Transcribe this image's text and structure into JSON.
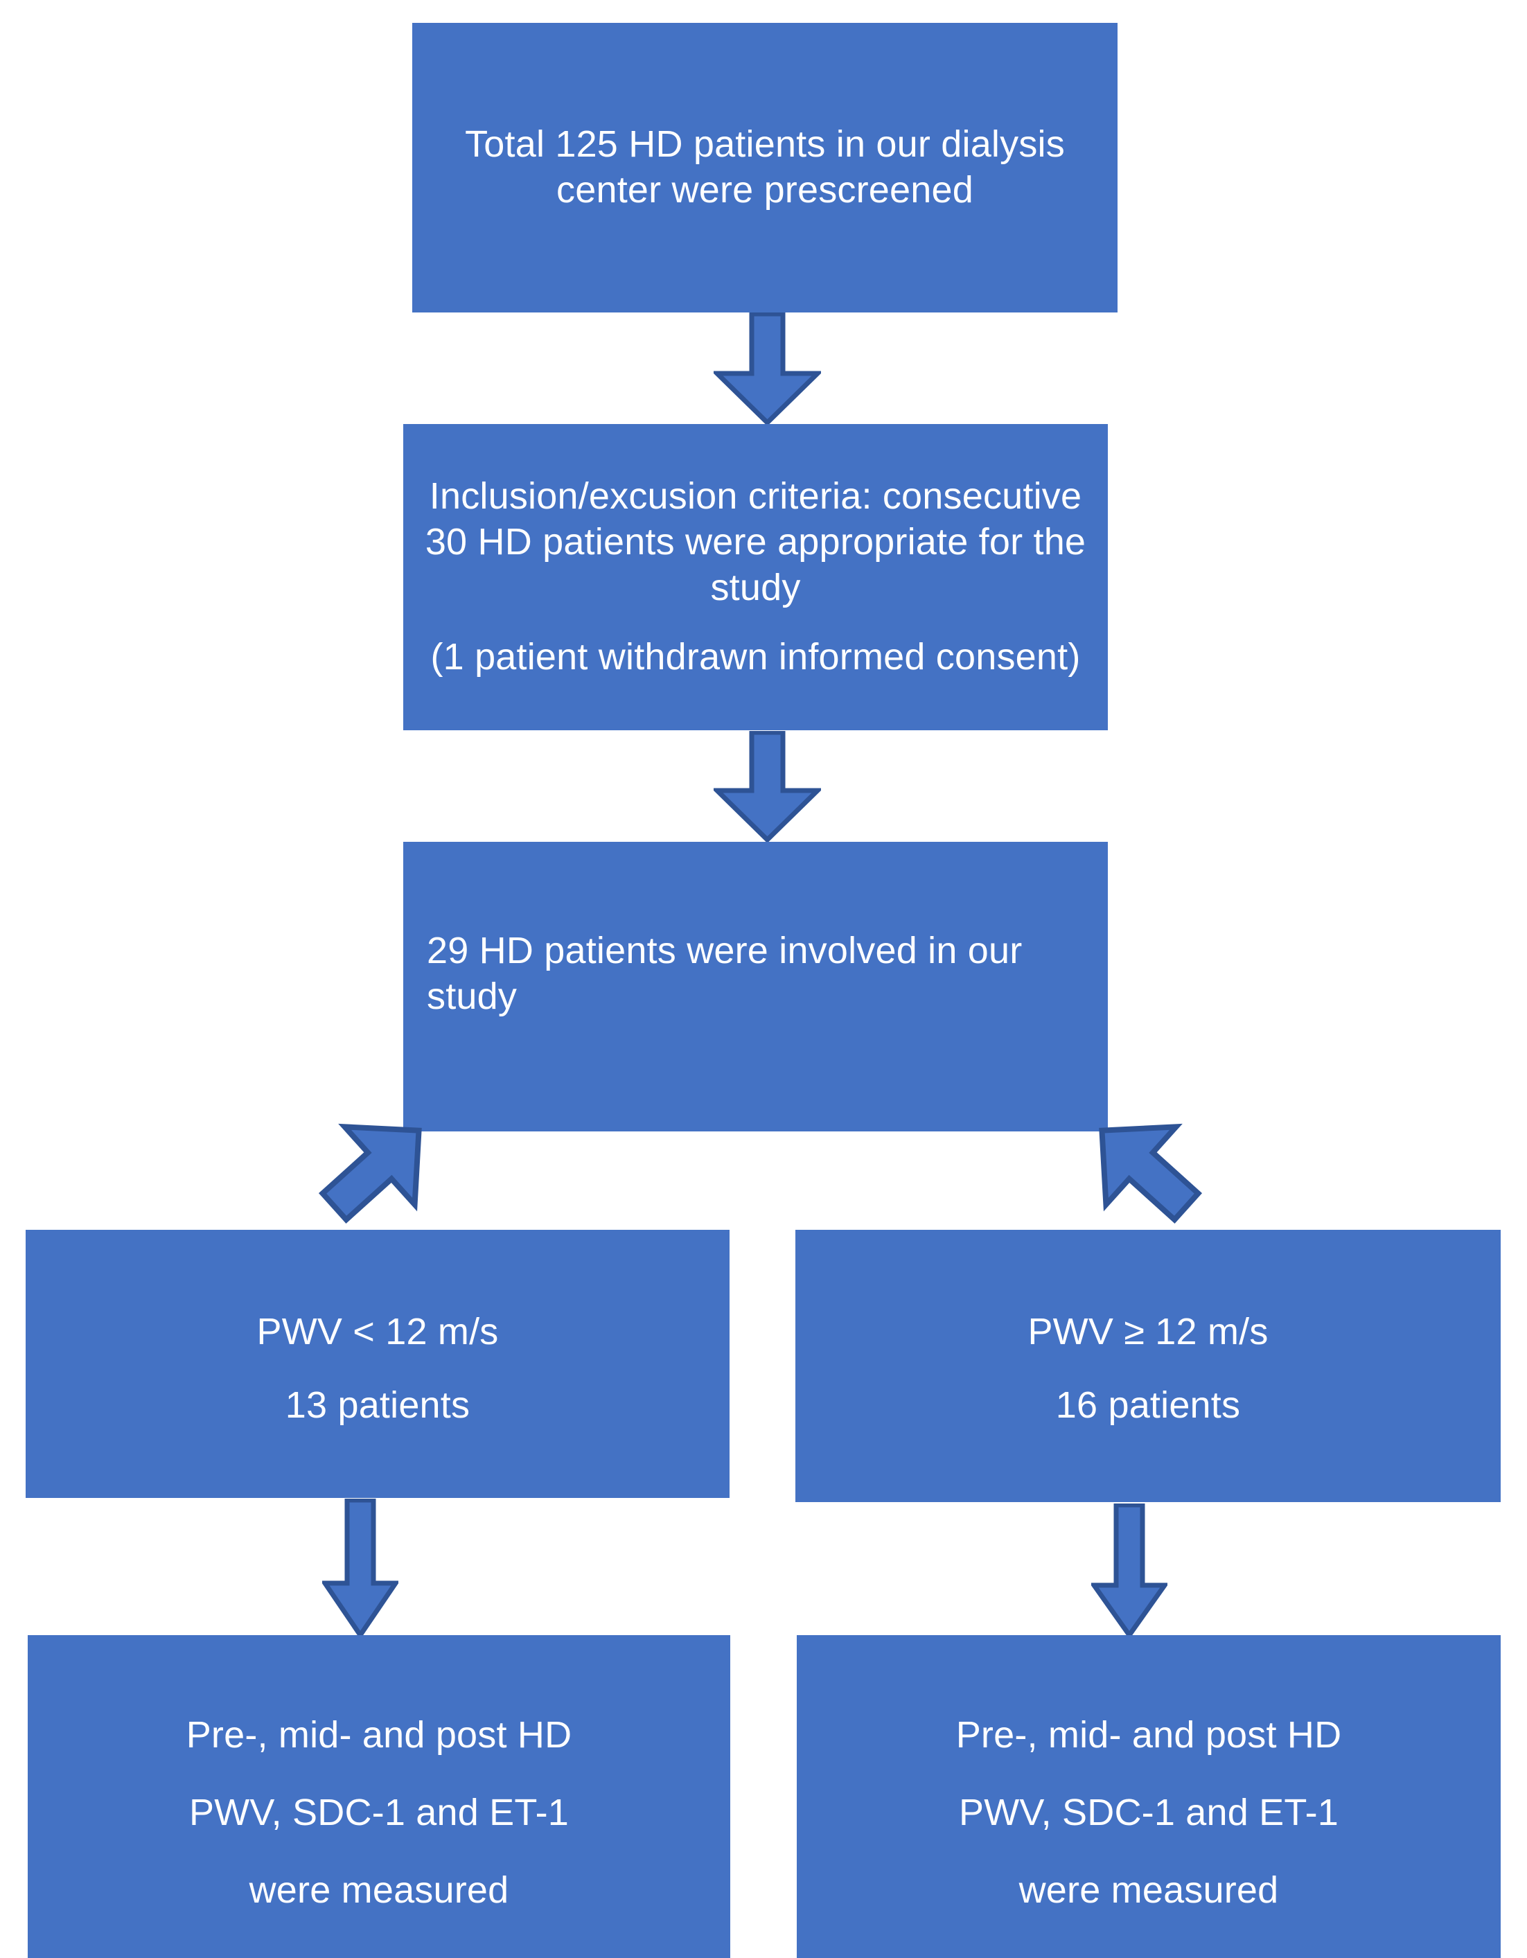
{
  "diagram": {
    "title": "HD patient study flow chart",
    "colors": {
      "node_fill": "#4472C4",
      "node_text": "#FFFFFF",
      "arrow_fill": "#4472C4",
      "arrow_stroke": "#2E5395",
      "background": "#FFFFFF"
    },
    "nodes": [
      {
        "id": "prescreened",
        "lines": [
          "Total 125 HD patients in our dialysis center were  prescreened"
        ]
      },
      {
        "id": "criteria",
        "lines": [
          "Inclusion/excusion criteria: consecutive 30 HD patients were appropriate for the study",
          "(1 patient withdrawn informed consent)"
        ]
      },
      {
        "id": "involved",
        "lines": [
          "29 HD patients were involved in our study"
        ]
      },
      {
        "id": "pwv-low",
        "lines": [
          "PWV < 12 m/s",
          "13 patients"
        ]
      },
      {
        "id": "pwv-high",
        "lines": [
          "PWV ≥ 12 m/s",
          "16 patients"
        ]
      },
      {
        "id": "measure-low",
        "lines": [
          "Pre-, mid- and post HD",
          "PWV, SDC-1 and ET-1",
          "were measured"
        ]
      },
      {
        "id": "measure-high",
        "lines": [
          "Pre-, mid- and post HD",
          "PWV, SDC-1 and ET-1",
          "were measured"
        ]
      }
    ],
    "arrows": [
      {
        "id": "arrow-1",
        "direction": "down",
        "from": "prescreened",
        "to": "criteria"
      },
      {
        "id": "arrow-2",
        "direction": "down",
        "from": "criteria",
        "to": "involved"
      },
      {
        "id": "arrow-3",
        "direction": "down-left",
        "from": "involved",
        "to": "pwv-low"
      },
      {
        "id": "arrow-4",
        "direction": "down-right",
        "from": "involved",
        "to": "pwv-high"
      },
      {
        "id": "arrow-5",
        "direction": "down",
        "from": "pwv-low",
        "to": "measure-low"
      },
      {
        "id": "arrow-6",
        "direction": "down",
        "from": "pwv-high",
        "to": "measure-high"
      }
    ]
  }
}
